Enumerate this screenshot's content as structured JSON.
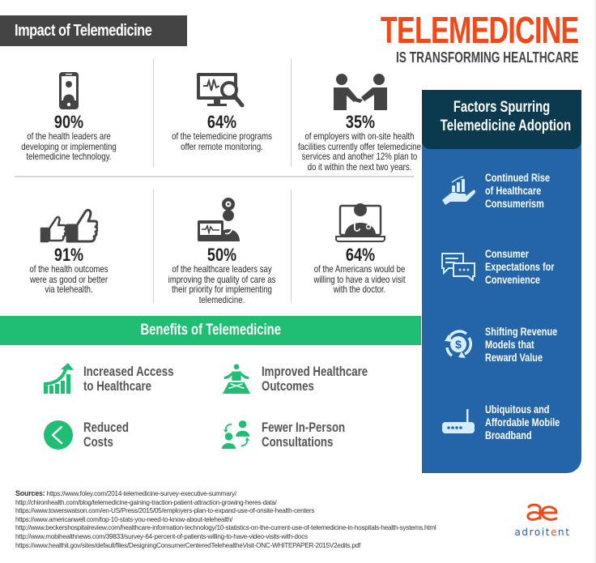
{
  "header": {
    "section_title": "Impact of Telemedicine",
    "main_title": "TELEMEDICINE",
    "subtitle": "IS TRANSFORMING HEALTHCARE"
  },
  "stats": [
    {
      "icon": "smartphone-doctor-icon",
      "value": "90%",
      "lines": [
        "of the health leaders are",
        "developing or implementing",
        "telemedicine technology."
      ]
    },
    {
      "icon": "monitor-search-icon",
      "value": "64%",
      "lines": [
        "of the telemedicine programs",
        "offer remote monitoring."
      ]
    },
    {
      "icon": "handshake-icon",
      "value": "35%",
      "lines": [
        "of employers with on-site health",
        "facilities currently offer telemedicine",
        "services and another 12% plan to",
        "do it within the next two years."
      ]
    },
    {
      "icon": "thumbs-up-icon",
      "value": "91%",
      "lines": [
        "of the health outcomes",
        "were as good or better",
        "via telehealth."
      ]
    },
    {
      "icon": "doctor-monitor-icon",
      "value": "50%",
      "lines": [
        "of the healthcare leaders say",
        "improving the quality of care as",
        "their priority for implementing",
        "telemedicine."
      ]
    },
    {
      "icon": "laptop-doctor-icon",
      "value": "64%",
      "lines": [
        "of the Americans would be",
        "willing to have a video visit",
        "with the doctor."
      ]
    }
  ],
  "benefits": {
    "title": "Benefits of Telemedicine",
    "color": "#1fbe74",
    "items": [
      {
        "icon": "growth-chart-icon",
        "lines": [
          "Increased Access",
          "to Healthcare"
        ]
      },
      {
        "icon": "meditation-icon",
        "lines": [
          "Improved Healthcare",
          "Outcomes"
        ]
      },
      {
        "icon": "reduce-arrow-icon",
        "lines": [
          "Reduced",
          "Costs"
        ]
      },
      {
        "icon": "people-exchange-icon",
        "lines": [
          "Fewer In-Person",
          "Consultations"
        ]
      }
    ]
  },
  "factors": {
    "title_lines": [
      "Factors Spurring",
      "Telemedicine Adoption"
    ],
    "head_color": "#0b3a4e",
    "panel_color": "#2464a8",
    "items": [
      {
        "icon": "hand-chart-icon",
        "lines": [
          "Continued Rise",
          "of Healthcare",
          "Consumerism"
        ]
      },
      {
        "icon": "chat-bubbles-icon",
        "lines": [
          "Consumer",
          "Expectations for",
          "Convenience"
        ]
      },
      {
        "icon": "dollar-cycle-icon",
        "lines": [
          "Shifting Revenue",
          "Models that",
          "Reward Value"
        ]
      },
      {
        "icon": "router-icon",
        "lines": [
          "Ubiquitous and",
          "Affordable Mobile",
          "Broadband"
        ]
      }
    ]
  },
  "sources": {
    "label": "Sources:",
    "urls": [
      "https://www.foley.com/2014-telemedicine-survey-executive-summary/",
      "http://chironhealth.com/blog/telemedicine-gaining-traction-patient-attraction-growing-heres-data/",
      "https://www.towerswatson.com/en-US/Press/2015/05/employers-plan-to-expand-use-of-onsite-health-centers",
      "https://www.americanwell.com/top-10-stats-you-need-to-know-about-telehealth/",
      "http://www.beckershospitalreview.com/healthcare-information-technology/10-statistics-on-the-current-use-of-telemedicine-in-hospitals-health-systems.html",
      "http://www.mobihealthnews.com/39833/survey-64-percent-of-patients-willing-to-have-video-visits-with-docs",
      "https://www.healthit.gov/sites/default/files/DesigningConsumerCenteredTelehealtheVisit-ONC-WHITEPAPER-2015V2edits.pdf"
    ]
  },
  "logo": {
    "word_pre": "adroit",
    "word_e": "e",
    "word_post": "nt",
    "accent_color": "#ef4a1b",
    "text_color": "#2d5aa8"
  }
}
